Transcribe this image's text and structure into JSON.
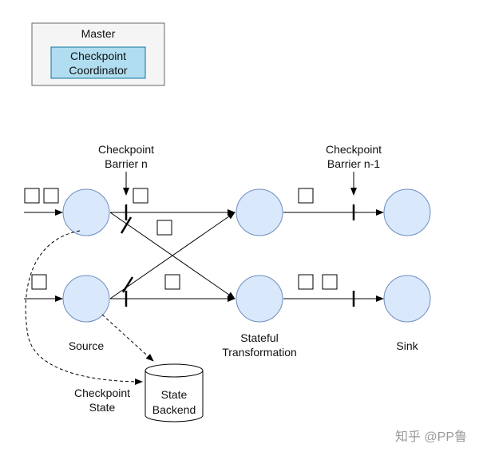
{
  "master": {
    "title": "Master",
    "coordinator_line1": "Checkpoint",
    "coordinator_line2": "Coordinator"
  },
  "labels": {
    "barrier_n_line1": "Checkpoint",
    "barrier_n_line2": "Barrier n",
    "barrier_n1_line1": "Checkpoint",
    "barrier_n1_line2": "Barrier n-1",
    "source": "Source",
    "stateful_line1": "Stateful",
    "stateful_line2": "Transformation",
    "sink": "Sink",
    "checkpoint_state_line1": "Checkpoint",
    "checkpoint_state_line2": "State",
    "state_backend_line1": "State",
    "state_backend_line2": "Backend"
  },
  "watermark": "知乎 @PP鲁",
  "colors": {
    "node_fill": "#dae8fc",
    "node_stroke": "#6c8ebf",
    "coordinator_fill": "#b1ddf0",
    "coordinator_stroke": "#10739e",
    "master_fill": "#f5f5f5",
    "master_stroke": "#666666",
    "edge": "#000000"
  }
}
